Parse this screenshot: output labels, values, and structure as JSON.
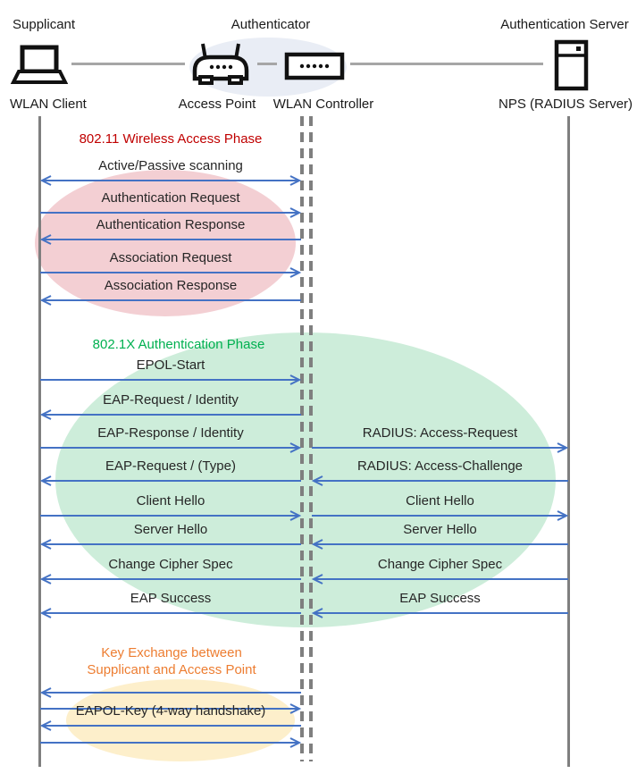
{
  "header": {
    "roles": {
      "supplicant": "Supplicant",
      "authenticator": "Authenticator",
      "auth_server": "Authentication Server"
    },
    "devices": {
      "wlan_client": "WLAN Client",
      "access_point": "Access Point",
      "wlan_controller": "WLAN Controller",
      "nps": "NPS (RADIUS Server)"
    }
  },
  "colors": {
    "arrow_blue": "#4472C4",
    "lifeline_gray": "#7F7F7F",
    "connector_gray": "#A6A6A6",
    "phase1_title": "#C00000",
    "phase1_fill": "#F3CFD3",
    "phase2_title": "#00B050",
    "phase2_fill": "#CDEDDA",
    "phase3_title": "#ED7D31",
    "phase3_fill": "#FDEFCB",
    "authenticator_fill": "#E9EDF5"
  },
  "phases": [
    {
      "title": "802.11 Wireless Access Phase",
      "messages": [
        {
          "label": "Active/Passive scanning",
          "from": "WLAN Client",
          "to": "WLAN Controller",
          "direction": "both"
        },
        {
          "label": "Authentication Request",
          "from": "WLAN Client",
          "to": "WLAN Controller",
          "direction": "right"
        },
        {
          "label": "Authentication Response",
          "from": "WLAN Controller",
          "to": "WLAN Client",
          "direction": "left"
        },
        {
          "label": "Association Request",
          "from": "WLAN Client",
          "to": "WLAN Controller",
          "direction": "right"
        },
        {
          "label": "Association Response",
          "from": "WLAN Controller",
          "to": "WLAN Client",
          "direction": "left"
        }
      ]
    },
    {
      "title": "802.1X Authentication Phase",
      "messages_left": [
        {
          "label": "EPOL-Start",
          "from": "WLAN Client",
          "to": "WLAN Controller",
          "direction": "right"
        },
        {
          "label": "EAP-Request / Identity",
          "from": "WLAN Controller",
          "to": "WLAN Client",
          "direction": "left"
        },
        {
          "label": "EAP-Response / Identity",
          "from": "WLAN Client",
          "to": "WLAN Controller",
          "direction": "right"
        },
        {
          "label": "EAP-Request / (Type)",
          "from": "WLAN Controller",
          "to": "WLAN Client",
          "direction": "left"
        },
        {
          "label": "Client Hello",
          "from": "WLAN Client",
          "to": "WLAN Controller",
          "direction": "right"
        },
        {
          "label": "Server Hello",
          "from": "WLAN Controller",
          "to": "WLAN Client",
          "direction": "left"
        },
        {
          "label": "Change Cipher Spec",
          "from": "WLAN Controller",
          "to": "WLAN Client",
          "direction": "left"
        },
        {
          "label": "EAP Success",
          "from": "WLAN Controller",
          "to": "WLAN Client",
          "direction": "left"
        }
      ],
      "messages_right": [
        {
          "label": "RADIUS: Access-Request",
          "from": "WLAN Controller",
          "to": "NPS",
          "direction": "right"
        },
        {
          "label": "RADIUS: Access-Challenge",
          "from": "NPS",
          "to": "WLAN Controller",
          "direction": "left"
        },
        {
          "label": "Client Hello",
          "from": "WLAN Controller",
          "to": "NPS",
          "direction": "right"
        },
        {
          "label": "Server Hello",
          "from": "NPS",
          "to": "WLAN Controller",
          "direction": "left"
        },
        {
          "label": "Change Cipher Spec",
          "from": "NPS",
          "to": "WLAN Controller",
          "direction": "left"
        },
        {
          "label": "EAP Success",
          "from": "NPS",
          "to": "WLAN Controller",
          "direction": "left"
        }
      ]
    },
    {
      "title_line1": "Key Exchange between",
      "title_line2": "Supplicant and Access Point",
      "messages": [
        {
          "label": "",
          "from": "WLAN Controller",
          "to": "WLAN Client",
          "direction": "left"
        },
        {
          "label": "",
          "from": "WLAN Client",
          "to": "WLAN Controller",
          "direction": "right"
        },
        {
          "label": "EAPOL-Key (4-way handshake)",
          "from": "WLAN Controller",
          "to": "WLAN Client",
          "direction": "left"
        },
        {
          "label": "",
          "from": "WLAN Client",
          "to": "WLAN Controller",
          "direction": "right"
        }
      ]
    }
  ]
}
